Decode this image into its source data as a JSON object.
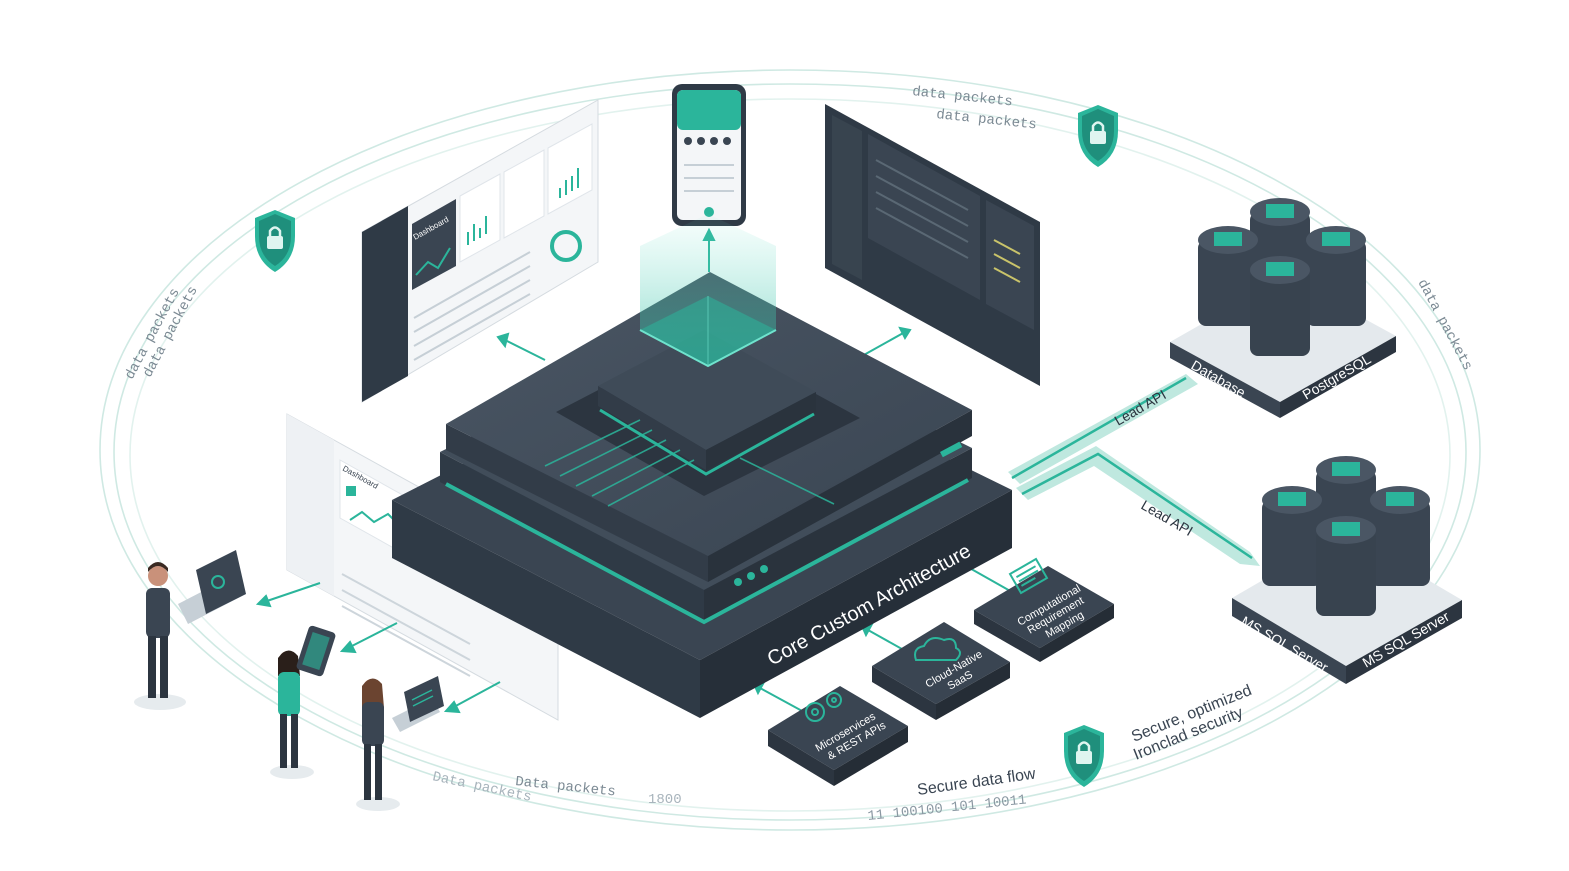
{
  "core": {
    "title": "Core Custom Architecture"
  },
  "modules": [
    {
      "label_lines": [
        "Computational",
        "Requirement",
        "Mapping"
      ],
      "icon": "document-icon"
    },
    {
      "label_lines": [
        "Cloud-Native",
        "SaaS"
      ],
      "icon": "cloud-icon"
    },
    {
      "label_lines": [
        "Microservices",
        "& REST APIs"
      ],
      "icon": "gears-icon"
    }
  ],
  "databases": {
    "top": {
      "left_label": "Database",
      "right_label": "PostgreSQL"
    },
    "bottom": {
      "left_label": "MS SQL Server",
      "right_label": "MS SQL Server"
    }
  },
  "api_links": {
    "upper": "Lead API",
    "lower": "Lead API"
  },
  "ring_text": {
    "top_1": "data packets",
    "top_2": "data packets",
    "left_1": "data packets",
    "left_2": "data packets",
    "right_1": "data packets",
    "bottom_1": "Data packets",
    "bottom_2": "Data packets",
    "bottom_bits": "1800",
    "binary": "11  100100 101  10011",
    "secure_flow": "Secure data flow",
    "secure_opt_1": "Secure, optimized",
    "secure_opt_2": "Ironclad security"
  },
  "screens": {
    "dashboard_top_title": "Dashboard",
    "dashboard_front_title": "Dashboard"
  },
  "colors": {
    "accent": "#2bb59b",
    "accent_dark": "#1f8f7c",
    "slate": "#3a4552",
    "slate_dark": "#2c3540",
    "slate_light": "#4a5664",
    "ring": "#bfe3dc"
  }
}
